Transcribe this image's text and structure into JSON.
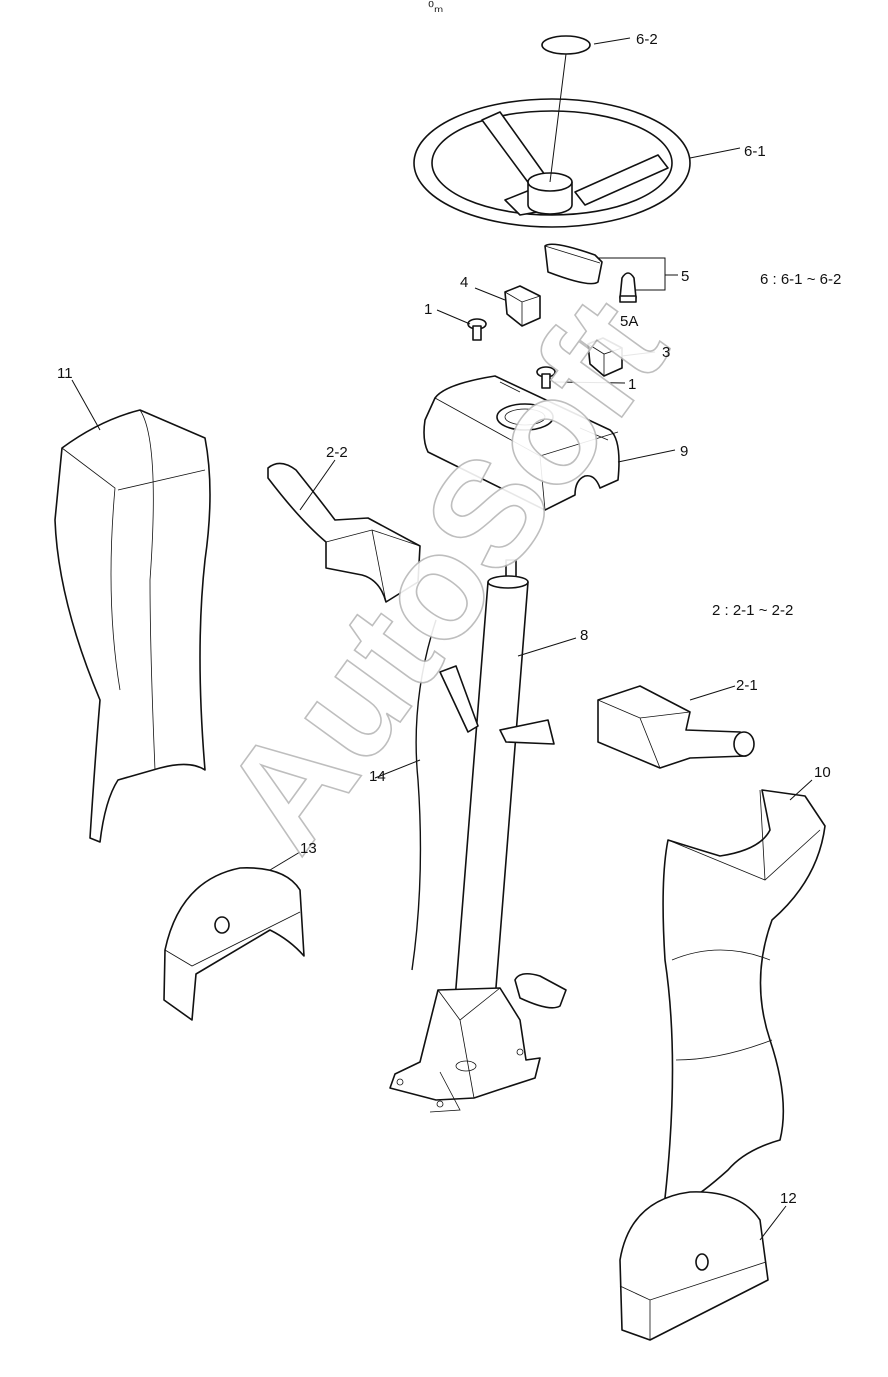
{
  "watermark": "AutoSoft",
  "corner_mark": "⁰ₘ",
  "labels": {
    "p6_2": "6-2",
    "p6_1": "6-1",
    "p5": "5",
    "p5a": "5A",
    "p4": "4",
    "p1a": "1",
    "p1b": "1",
    "p3": "3",
    "p9": "9",
    "p11": "11",
    "p2_2": "2-2",
    "p8": "8",
    "p2_1": "2-1",
    "p14": "14",
    "p10": "10",
    "p13": "13",
    "p12": "12"
  },
  "notes": {
    "group6": "6 : 6-1 ~ 6-2",
    "group2": "2 : 2-1 ~ 2-2"
  }
}
